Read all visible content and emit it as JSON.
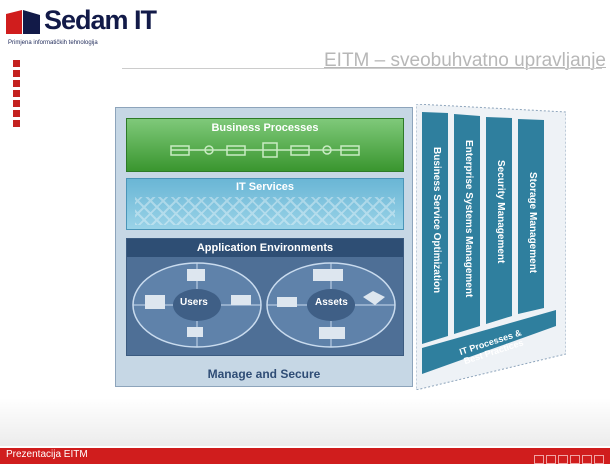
{
  "header": {
    "logo_name": "Sedam IT",
    "logo_tagline": "Primjena informatičkih tehnologija"
  },
  "title": "EITM – sveobuhvatno upravljanje",
  "footer": {
    "label": "Prezentacija EITM"
  },
  "diagram": {
    "business_processes": "Business Processes",
    "it_services": "IT Services",
    "application_environments": "Application Environments",
    "users": "Users",
    "assets": "Assets",
    "manage_and_secure": "Manage and Secure",
    "columns": [
      "Business Service Optimization",
      "Enterprise Systems Management",
      "Security Management",
      "Storage Management"
    ],
    "processes_line1": "IT Processes &",
    "processes_line2": "Best Practices"
  },
  "colors": {
    "brand_red": "#d01d1d",
    "green": "#3a962f",
    "teal": "#2f7f9e",
    "navy": "#2e4e74"
  }
}
